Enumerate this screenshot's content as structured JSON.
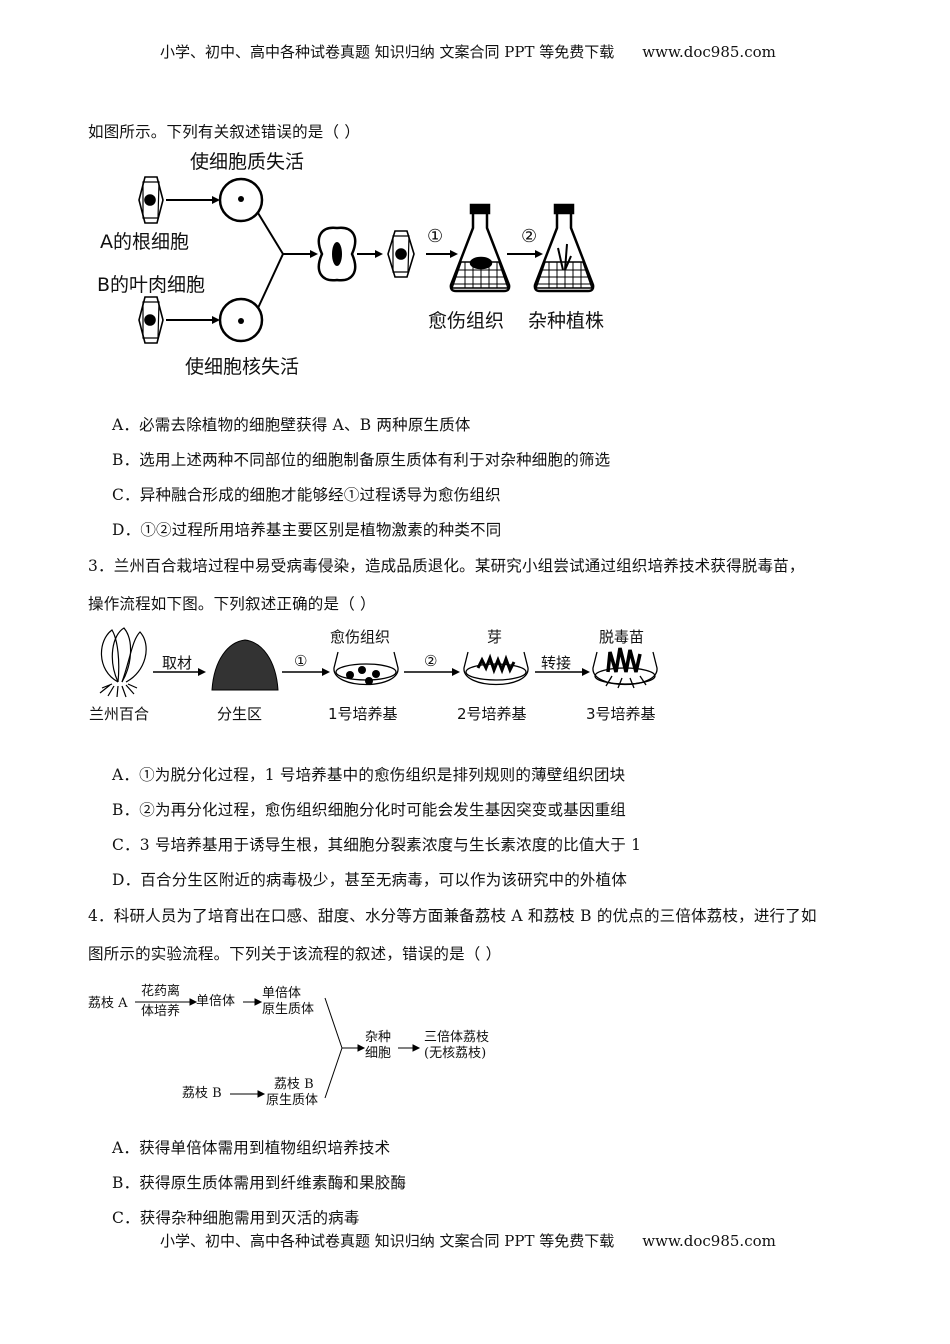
{
  "header": {
    "text": "小学、初中、高中各种试卷真题  知识归纳  文案合同  PPT 等免费下载",
    "site": "www.doc985.com"
  },
  "footer": {
    "text": "小学、初中、高中各种试卷真题  知识归纳  文案合同  PPT 等免费下载",
    "site": "www.doc985.com"
  },
  "q2": {
    "stem_tail": "如图所示。下列有关叙述错误的是（    ）",
    "figure": {
      "top_label": "使细胞质失活",
      "bottom_label": "使细胞核失活",
      "a_label": "A的根细胞",
      "b_label": "B的叶肉细胞",
      "step1": "①",
      "step2": "②",
      "flask1_label": "愈伤组织",
      "flask2_label": "杂种植株"
    },
    "options": [
      "A．必需去除植物的细胞壁获得 A、B 两种原生质体",
      "B．选用上述两种不同部位的细胞制备原生质体有利于对杂种细胞的筛选",
      "C．异种融合形成的细胞才能够经①过程诱导为愈伤组织",
      "D．①②过程所用培养基主要区别是植物激素的种类不同"
    ]
  },
  "q3": {
    "stem_line1": "3．兰州百合栽培过程中易受病毒侵染，造成品质退化。某研究小组尝试通过组织培养技术获得脱毒苗，",
    "stem_line2": "操作流程如下图。下列叙述正确的是（    ）",
    "figure": {
      "stage_labels": [
        "兰州百合",
        "分生区",
        "1号培养基",
        "2号培养基",
        "3号培养基"
      ],
      "top_labels": [
        "愈伤组织",
        "芽",
        "脱毒苗"
      ],
      "arrow_labels": [
        "取材",
        "①",
        "②",
        "转接"
      ]
    },
    "options": [
      "A．①为脱分化过程，1 号培养基中的愈伤组织是排列规则的薄壁组织团块",
      "B．②为再分化过程，愈伤组织细胞分化时可能会发生基因突变或基因重组",
      "C．3 号培养基用于诱导生根，其细胞分裂素浓度与生长素浓度的比值大于 1",
      "D．百合分生区附近的病毒极少，甚至无病毒，可以作为该研究中的外植体"
    ]
  },
  "q4": {
    "stem_line1": "4．科研人员为了培育出在口感、甜度、水分等方面兼备荔枝 A 和荔枝 B 的优点的三倍体荔枝，进行了如",
    "stem_line2": "图所示的实验流程。下列关于该流程的叙述，错误的是（    ）",
    "figure": {
      "litchi_a": "荔枝 A",
      "arrow_top": "花药离",
      "arrow_bottom": "体培养",
      "haploid": "单倍体",
      "haploid_proto_1": "单倍体",
      "haploid_proto_2": "原生质体",
      "litchi_b": "荔枝 B",
      "b_proto_1": "荔枝 B",
      "b_proto_2": "原生质体",
      "hybrid_1": "杂种",
      "hybrid_2": "细胞",
      "result_1": "三倍体荔枝",
      "result_2": "(无核荔枝)"
    },
    "options": [
      "A．获得单倍体需用到植物组织培养技术",
      "B．获得原生质体需用到纤维素酶和果胶酶",
      "C．获得杂种细胞需用到灭活的病毒"
    ]
  }
}
